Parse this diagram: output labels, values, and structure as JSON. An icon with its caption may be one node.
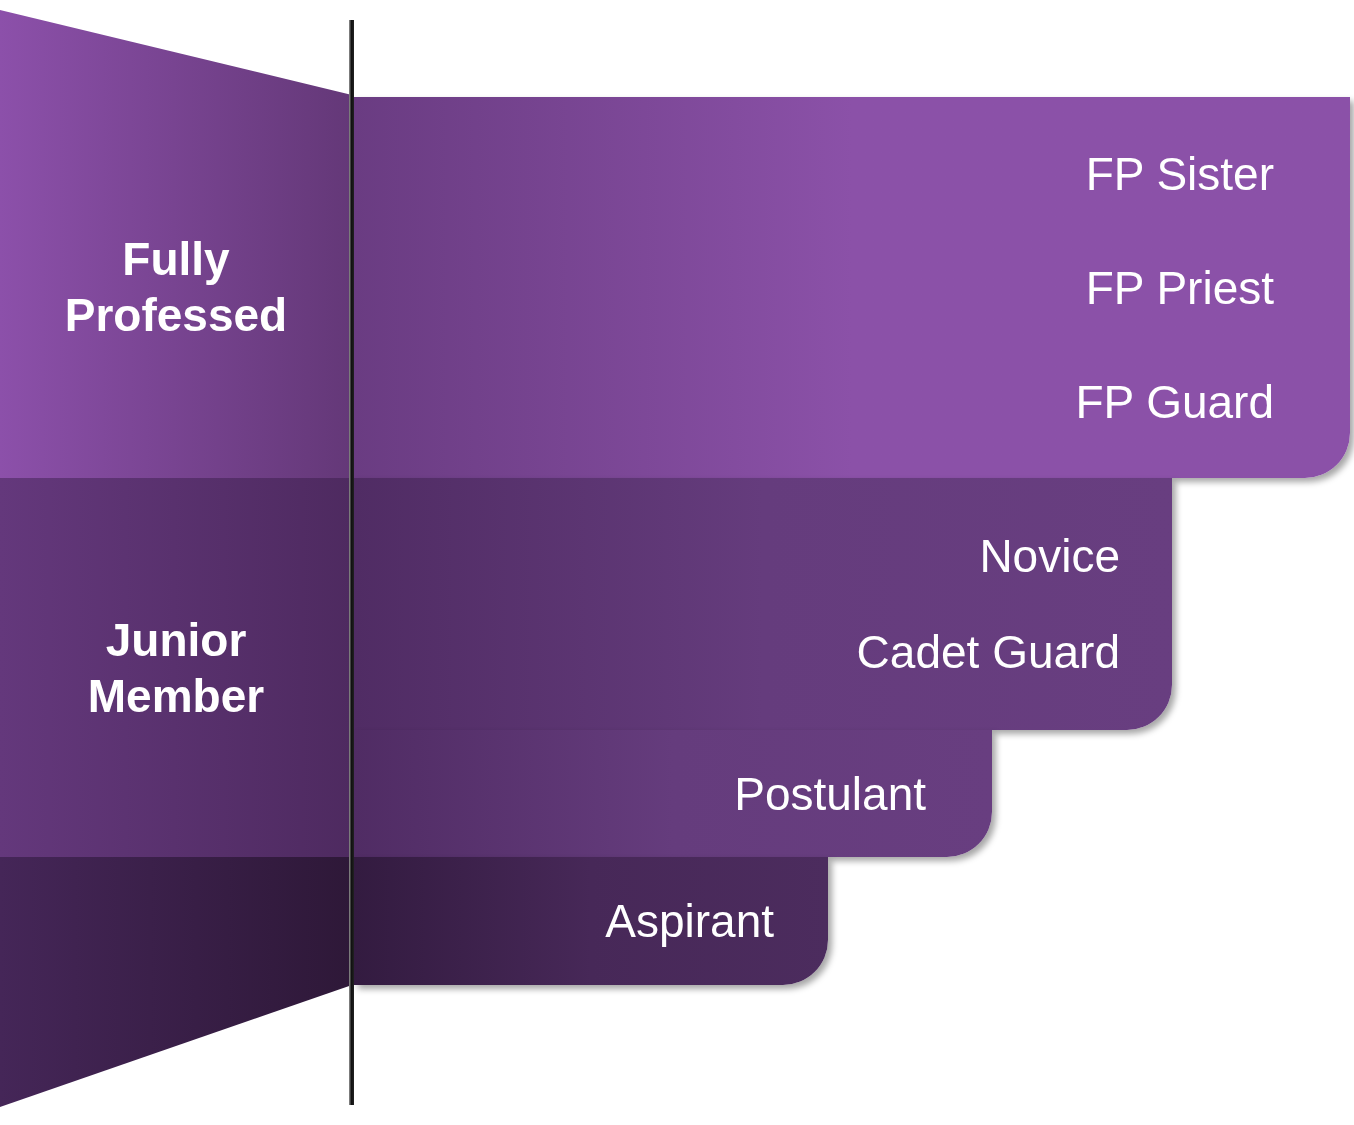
{
  "diagram": {
    "nodes": [
      {
        "text": [
          "Fully Professed"
        ]
      },
      {
        "text": [
          "Junior Member"
        ]
      },
      {
        "text": [],
        "shape": "box"
      },
      {
        "text": [
          "FP Sister",
          "FP Priest",
          "FP Guard"
        ]
      },
      {
        "text": [
          "Novice",
          "Cadet Guard"
        ]
      },
      {
        "text": [
          "Postulant"
        ]
      },
      {
        "text": [
          "Aspirant"
        ]
      }
    ]
  }
}
